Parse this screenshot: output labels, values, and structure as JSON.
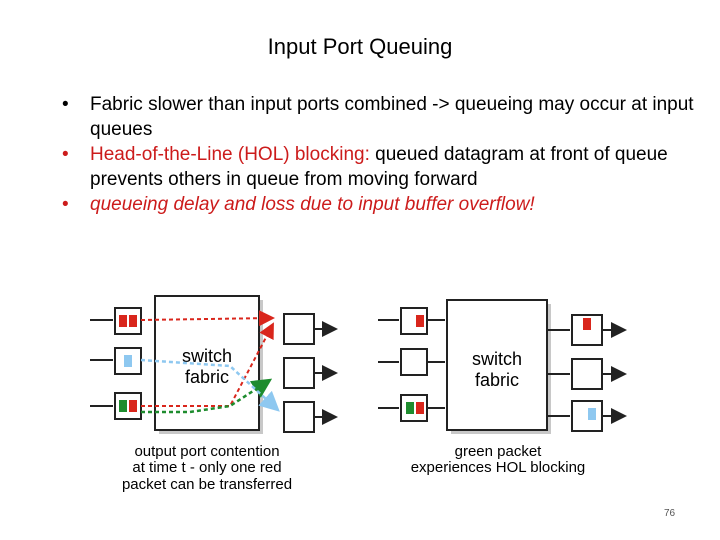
{
  "slide": {
    "title": "Input Port Queuing",
    "bullets": [
      {
        "text": "Fabric slower than input ports combined -> queueing may occur at input queues"
      },
      {
        "highlight": "Head-of-the-Line (HOL) blocking:",
        "rest": " queued datagram at front of queue prevents others in queue from moving forward"
      },
      {
        "text": "queueing delay and loss due to input buffer overflow!"
      }
    ],
    "bullet_char": "•",
    "page_number": "76"
  },
  "diagram": {
    "left": {
      "fabric_label_1": "switch",
      "fabric_label_2": "fabric",
      "caption": [
        "output port contention",
        "at  time t - only one red",
        "packet can be transferred"
      ]
    },
    "right": {
      "fabric_label_1": "switch",
      "fabric_label_2": "fabric",
      "caption": [
        "green packet",
        "experiences HOL blocking"
      ]
    },
    "colors": {
      "red": "#d9261c",
      "green": "#1e8c2e",
      "blue": "#8ec8f0",
      "accent_text": "#cc1b1b"
    }
  }
}
